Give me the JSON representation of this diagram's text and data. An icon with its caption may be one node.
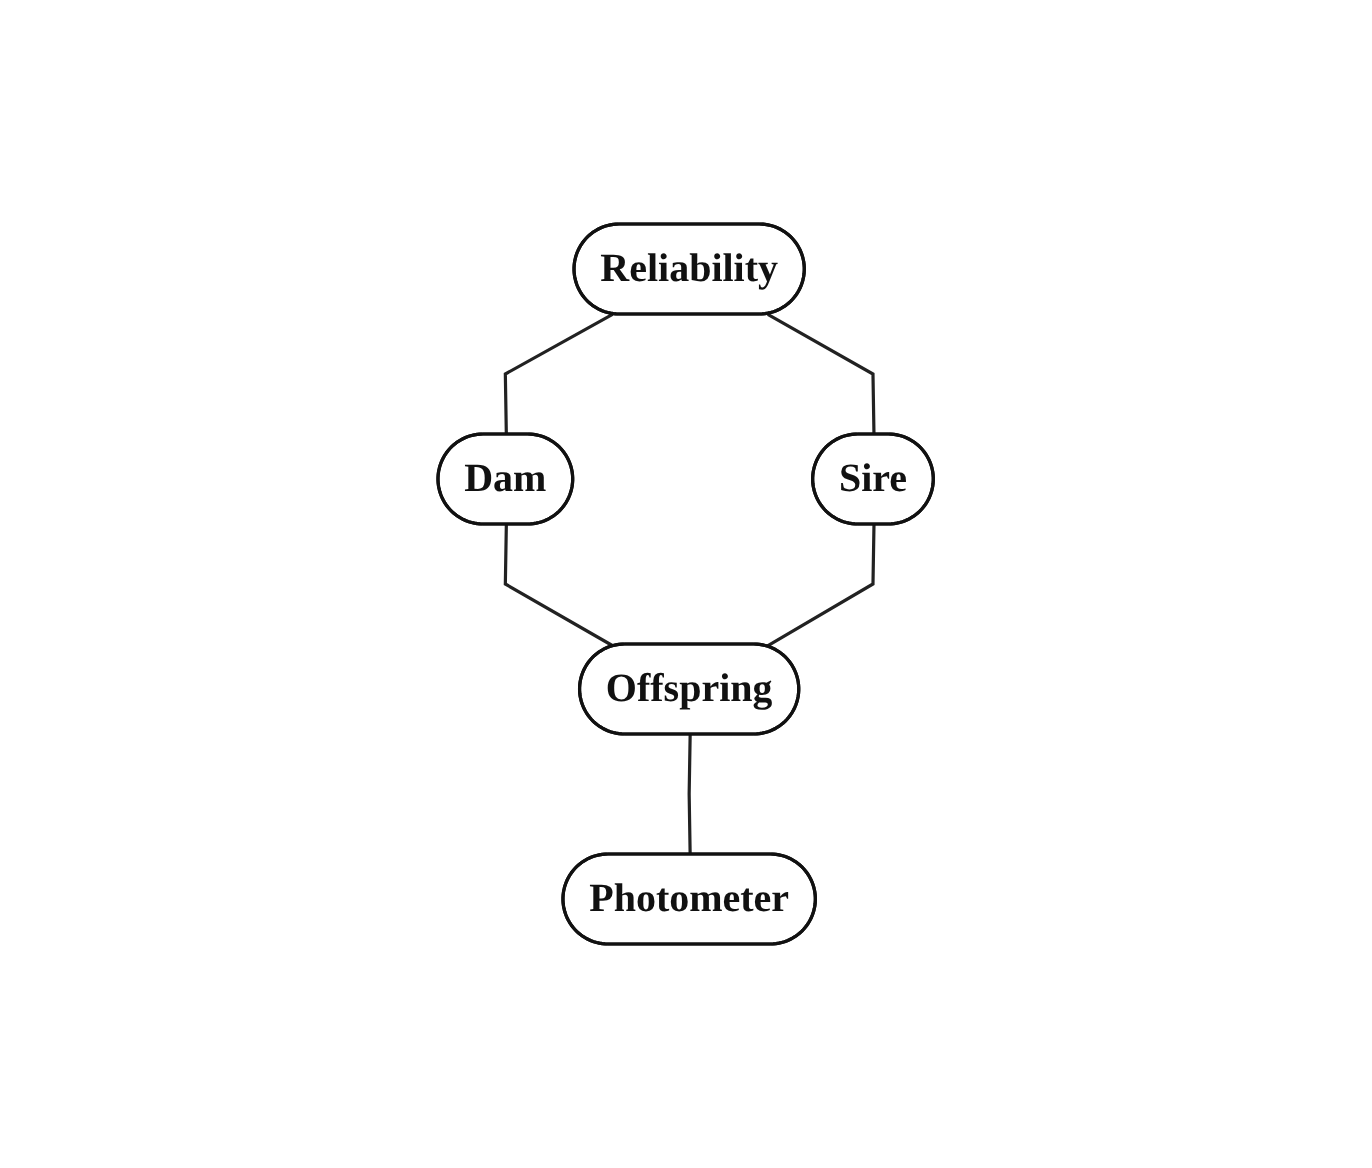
{
  "diagram": {
    "nodes": [
      {
        "text": [
          "Reliability"
        ]
      },
      {
        "text": [
          "Dam"
        ]
      },
      {
        "text": [
          "Sire"
        ]
      },
      {
        "text": [
          "Offspring"
        ]
      },
      {
        "text": [
          "Photometer"
        ]
      }
    ],
    "edges": [
      {
        "from": 0,
        "to": 1,
        "arrow": "none"
      },
      {
        "from": 0,
        "to": 2,
        "arrow": "none"
      },
      {
        "from": 1,
        "to": 3,
        "arrow": "none"
      },
      {
        "from": 2,
        "to": 3,
        "arrow": "none"
      },
      {
        "from": 3,
        "to": 4,
        "arrow": "none"
      }
    ]
  }
}
